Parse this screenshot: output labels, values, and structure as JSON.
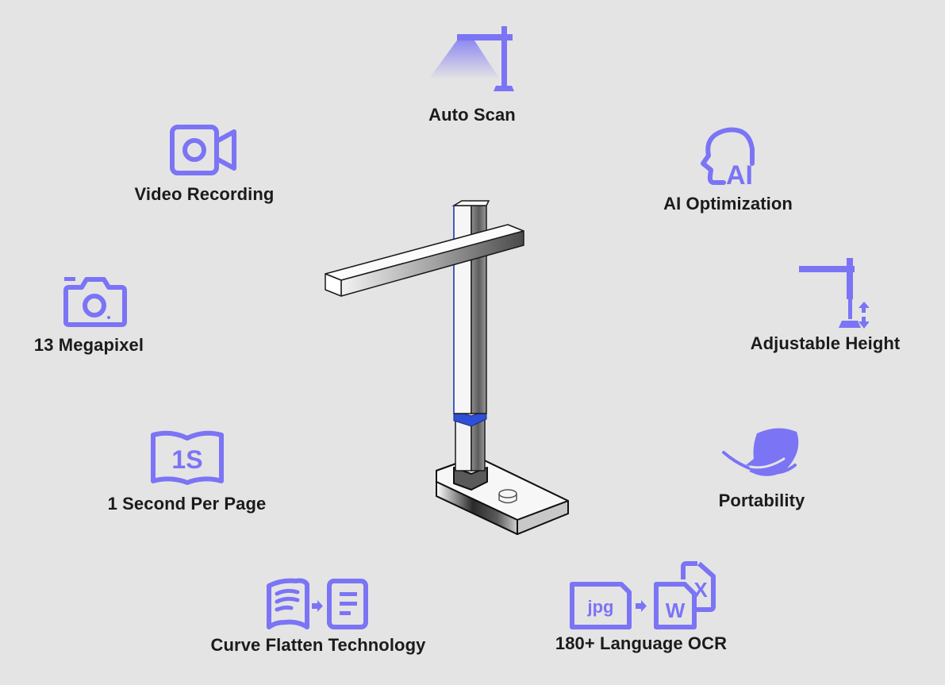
{
  "theme": {
    "background": "#e4e4e4",
    "icon_color": "#7b74f5",
    "text_color": "#1b1b1b",
    "accent_ring": "#2f4fd6"
  },
  "features": [
    {
      "id": "auto-scan",
      "label": "Auto Scan",
      "icon": "scanner-lamp-icon"
    },
    {
      "id": "video-recording",
      "label": "Video Recording",
      "icon": "video-camera-icon"
    },
    {
      "id": "ai-optimization",
      "label": "AI Optimization",
      "icon": "ai-head-icon",
      "icon_text": "AI"
    },
    {
      "id": "megapixel",
      "label": "13 Megapixel",
      "icon": "camera-icon"
    },
    {
      "id": "adjustable-height",
      "label": "Adjustable Height",
      "icon": "height-adjust-icon"
    },
    {
      "id": "one-second",
      "label": "1 Second Per Page",
      "icon": "open-book-icon",
      "icon_text": "1S"
    },
    {
      "id": "portability",
      "label": "Portability",
      "icon": "feather-icon"
    },
    {
      "id": "curve-flatten",
      "label": "Curve Flatten Technology",
      "icon": "curved-to-flat-page-icon"
    },
    {
      "id": "ocr",
      "label": "180+ Language OCR",
      "icon": "jpg-to-word-excel-icon",
      "icon_text": {
        "jpg": "jpg",
        "word": "W",
        "excel": "X"
      }
    }
  ],
  "device": {
    "name": "document-scanner-illustration"
  }
}
